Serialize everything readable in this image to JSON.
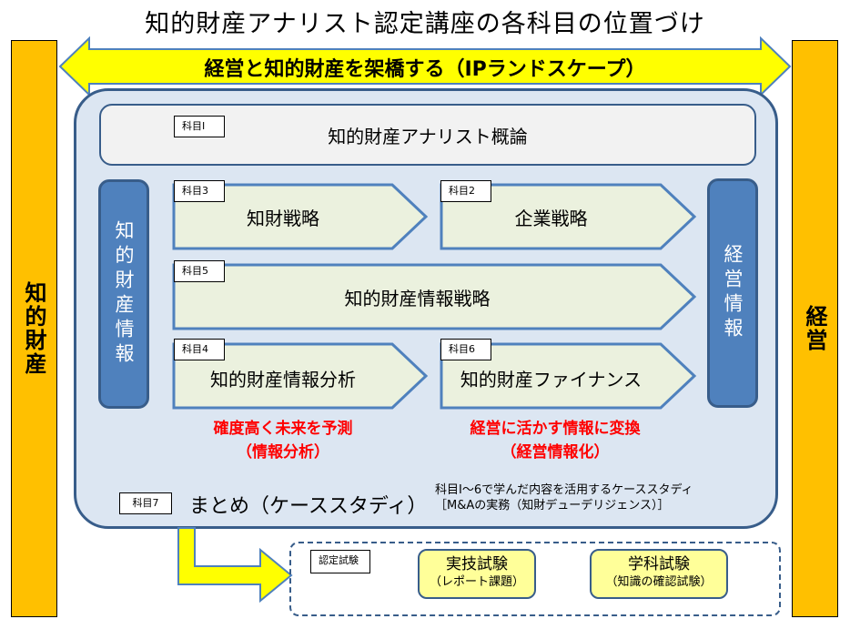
{
  "title": "知的財産アナリスト認定講座の各科目の位置づけ",
  "banner": {
    "label": "経営と知的財産を架橋する（IPランドスケープ）",
    "icon": "double-arrow-icon"
  },
  "left_pillar": "知的財産",
  "right_pillar": "経営",
  "left_info": "知的財産情報",
  "right_info": "経営情報",
  "subjects": [
    {
      "tag": "科目Ⅰ",
      "name": "知的財産アナリスト概論"
    },
    {
      "tag": "科目3",
      "name": "知財戦略"
    },
    {
      "tag": "科目2",
      "name": "企業戦略"
    },
    {
      "tag": "科目5",
      "name": "知的財産情報戦略"
    },
    {
      "tag": "科目4",
      "name": "知的財産情報分析"
    },
    {
      "tag": "科目6",
      "name": "知的財産ファイナンス"
    }
  ],
  "highlights": [
    {
      "line1": "確度高く未来を予測",
      "line2": "（情報分析）"
    },
    {
      "line1": "経営に活かす情報に変換",
      "line2": "（経営情報化）"
    }
  ],
  "summary": {
    "tag": "科目7",
    "title": "まとめ（ケーススタディ）",
    "note1": "科目Ⅰ～6で学んだ内容を活用するケーススタディ",
    "note2": "［M&Aの実務（知財デューデリジェンス）］"
  },
  "exam": {
    "tag": "認定試験",
    "items": [
      {
        "title": "実技試験",
        "sub": "（レポート課題）"
      },
      {
        "title": "学科試験",
        "sub": "（知識の確認試験）"
      }
    ]
  },
  "colors": {
    "pillar": "#ffc000",
    "banner": "#ffff00",
    "panel": "#dce6f2",
    "border": "#385d8a",
    "info": "#4f81bd",
    "chevron": "#ebf1de",
    "exam": "#ffff99",
    "highlight": "#ff0000"
  }
}
